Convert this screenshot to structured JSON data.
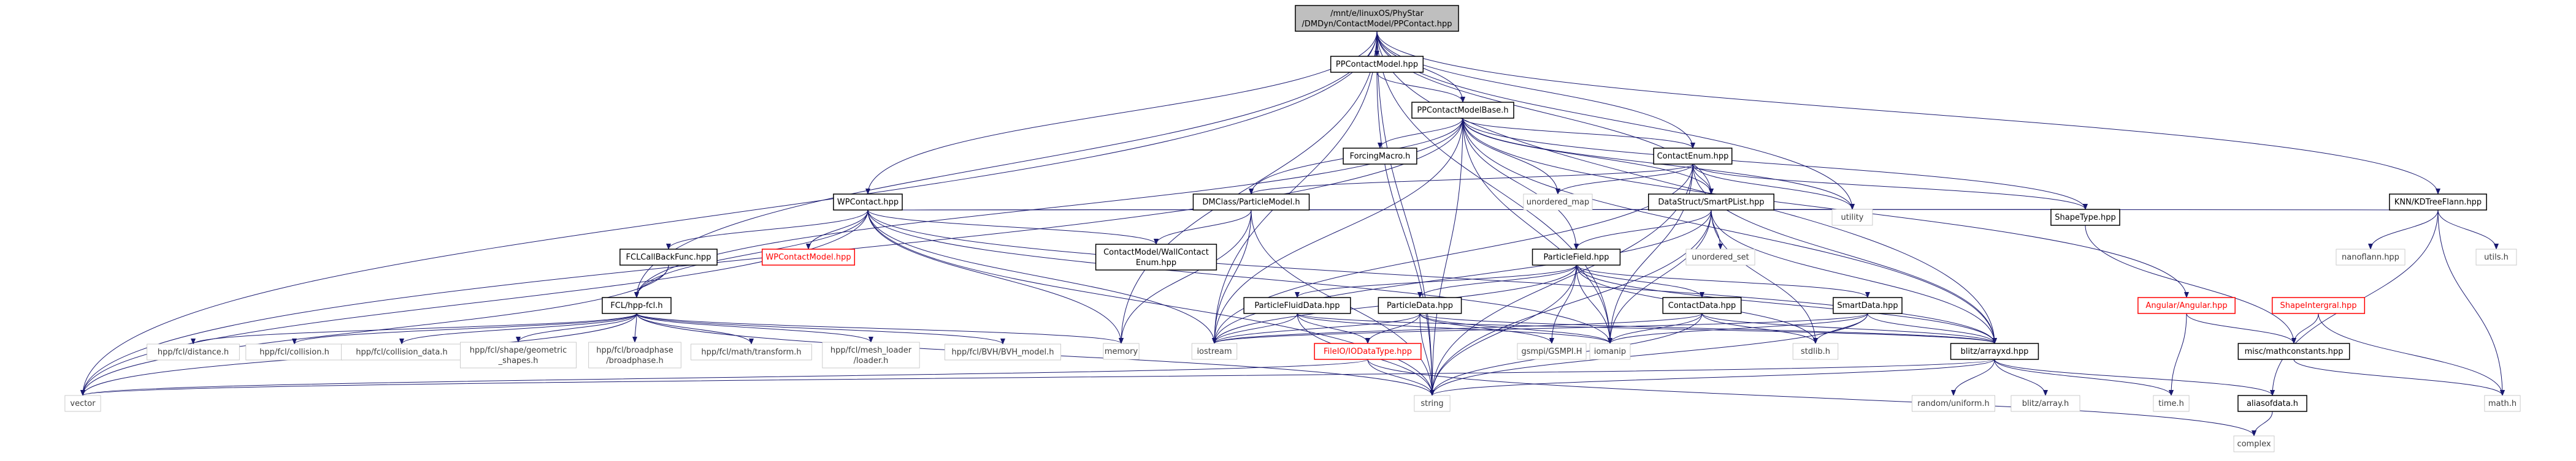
{
  "colors": {
    "edge": "#191970",
    "box_stroke": "#000000",
    "box_fill": "#ffffff",
    "root_fill": "#bfbfbf",
    "missing_stroke": "#ff0000",
    "missing_text": "#ff0000",
    "plain_text": "#3c3c3c"
  },
  "nodes": [
    {
      "id": "root",
      "lines": [
        "/mnt/e/linuxOS/PhyStar",
        "/DMDyn/ContactModel/PPContact.hpp"
      ],
      "style": "root"
    },
    {
      "id": "ppcm",
      "lines": [
        "PPContactModel.hpp"
      ],
      "style": "box"
    },
    {
      "id": "ppcmb",
      "lines": [
        "PPContactModelBase.h"
      ],
      "style": "box"
    },
    {
      "id": "forcing",
      "lines": [
        "ForcingMacro.h"
      ],
      "style": "box"
    },
    {
      "id": "contactenum",
      "lines": [
        "ContactEnum.hpp"
      ],
      "style": "box"
    },
    {
      "id": "wpcontact",
      "lines": [
        "WPContact.hpp"
      ],
      "style": "box"
    },
    {
      "id": "dmclass",
      "lines": [
        "DMClass/ParticleModel.h"
      ],
      "style": "box"
    },
    {
      "id": "smartplist",
      "lines": [
        "DataStruct/SmartPList.hpp"
      ],
      "style": "box"
    },
    {
      "id": "knn",
      "lines": [
        "KNN/KDTreeFlann.hpp"
      ],
      "style": "box"
    },
    {
      "id": "unordered_map",
      "lines": [
        "unordered_map"
      ],
      "style": "plain"
    },
    {
      "id": "utility",
      "lines": [
        "utility"
      ],
      "style": "plain"
    },
    {
      "id": "unordered_set",
      "lines": [
        "unordered_set"
      ],
      "style": "plain"
    },
    {
      "id": "shapetype",
      "lines": [
        "ShapeType.hpp"
      ],
      "style": "box"
    },
    {
      "id": "nanoflann",
      "lines": [
        "nanoflann.hpp"
      ],
      "style": "plain"
    },
    {
      "id": "utils",
      "lines": [
        "utils.h"
      ],
      "style": "plain"
    },
    {
      "id": "fclcb",
      "lines": [
        "FCLCallBackFunc.hpp"
      ],
      "style": "box"
    },
    {
      "id": "wpcm",
      "lines": [
        "WPContactModel.hpp"
      ],
      "style": "missing"
    },
    {
      "id": "wallcontact",
      "lines": [
        "ContactModel/WallContact",
        "Enum.hpp"
      ],
      "style": "box"
    },
    {
      "id": "particlefield",
      "lines": [
        "ParticleField.hpp"
      ],
      "style": "box"
    },
    {
      "id": "angular",
      "lines": [
        "Angular/Angular.hpp"
      ],
      "style": "missing"
    },
    {
      "id": "shapeintegral",
      "lines": [
        "ShapeIntergral.hpp"
      ],
      "style": "missing"
    },
    {
      "id": "fcl",
      "lines": [
        "FCL/hpp-fcl.h"
      ],
      "style": "box"
    },
    {
      "id": "pfluid",
      "lines": [
        "ParticleFluidData.hpp"
      ],
      "style": "box"
    },
    {
      "id": "pdata",
      "lines": [
        "ParticleData.hpp"
      ],
      "style": "box"
    },
    {
      "id": "contactdata",
      "lines": [
        "ContactData.hpp"
      ],
      "style": "box"
    },
    {
      "id": "smartdata",
      "lines": [
        "SmartData.hpp"
      ],
      "style": "box"
    },
    {
      "id": "fileio",
      "lines": [
        "FileIO/IODataType.hpp"
      ],
      "style": "missing"
    },
    {
      "id": "blitz",
      "lines": [
        "blitz/array.hpp"
      ],
      "style": "box_alt",
      "display": "blitz/arrayxd.hpp"
    },
    {
      "id": "misc",
      "lines": [
        "misc/mathconstants.hpp"
      ],
      "style": "box"
    },
    {
      "id": "hpp_distance",
      "lines": [
        "hpp/fcl/distance.h"
      ],
      "style": "plain"
    },
    {
      "id": "hpp_collision",
      "lines": [
        "hpp/fcl/collision.h"
      ],
      "style": "plain"
    },
    {
      "id": "hpp_collision_data",
      "lines": [
        "hpp/fcl/collision_data.h"
      ],
      "style": "plain"
    },
    {
      "id": "hpp_shape",
      "lines": [
        "hpp/fcl/shape/geometric",
        "_shapes.h"
      ],
      "style": "plain"
    },
    {
      "id": "hpp_broad",
      "lines": [
        "hpp/fcl/broadphase",
        "/broadphase.h"
      ],
      "style": "plain"
    },
    {
      "id": "hpp_math",
      "lines": [
        "hpp/fcl/math/transform.h"
      ],
      "style": "plain"
    },
    {
      "id": "hpp_mesh",
      "lines": [
        "hpp/fcl/mesh_loader",
        "/loader.h"
      ],
      "style": "plain"
    },
    {
      "id": "hpp_bvh",
      "lines": [
        "hpp/fcl/BVH/BVH_model.h"
      ],
      "style": "plain"
    },
    {
      "id": "memory",
      "lines": [
        "memory"
      ],
      "style": "plain"
    },
    {
      "id": "iostream",
      "lines": [
        "iostream"
      ],
      "style": "plain"
    },
    {
      "id": "gsmpi",
      "lines": [
        "gsmpi/GSMPI.H"
      ],
      "style": "plain"
    },
    {
      "id": "iomanip",
      "lines": [
        "iomanip"
      ],
      "style": "plain"
    },
    {
      "id": "stdlib",
      "lines": [
        "stdlib.h"
      ],
      "style": "plain"
    },
    {
      "id": "vector",
      "lines": [
        "vector"
      ],
      "style": "plain"
    },
    {
      "id": "string",
      "lines": [
        "string"
      ],
      "style": "plain"
    },
    {
      "id": "random",
      "lines": [
        "random/uniform.h"
      ],
      "style": "plain"
    },
    {
      "id": "blitzarr",
      "lines": [
        "blitz/array.h"
      ],
      "style": "plain"
    },
    {
      "id": "time",
      "lines": [
        "time.h"
      ],
      "style": "plain"
    },
    {
      "id": "aliasof",
      "lines": [
        "aliasofdata.h"
      ],
      "style": "box"
    },
    {
      "id": "math",
      "lines": [
        "math.h"
      ],
      "style": "plain"
    },
    {
      "id": "complex",
      "lines": [
        "complex"
      ],
      "style": "plain"
    }
  ],
  "edges": [
    [
      "root",
      "ppcm"
    ],
    [
      "root",
      "ppcmb"
    ],
    [
      "root",
      "contactenum"
    ],
    [
      "root",
      "wpcontact"
    ],
    [
      "root",
      "smartplist"
    ],
    [
      "root",
      "knn"
    ],
    [
      "root",
      "utility"
    ],
    [
      "root",
      "fcl"
    ],
    [
      "root",
      "vector"
    ],
    [
      "root",
      "string"
    ],
    [
      "root",
      "memory"
    ],
    [
      "root",
      "iostream"
    ],
    [
      "root",
      "iomanip"
    ],
    [
      "root",
      "blitz"
    ],
    [
      "ppcm",
      "ppcmb"
    ],
    [
      "ppcm",
      "string"
    ],
    [
      "ppcmb",
      "forcing"
    ],
    [
      "ppcmb",
      "contactenum"
    ],
    [
      "ppcmb",
      "dmclass"
    ],
    [
      "ppcmb",
      "smartplist"
    ],
    [
      "ppcmb",
      "unordered_map"
    ],
    [
      "ppcmb",
      "utility"
    ],
    [
      "ppcmb",
      "shapetype"
    ],
    [
      "ppcmb",
      "particlefield"
    ],
    [
      "ppcmb",
      "fcl"
    ],
    [
      "ppcmb",
      "vector"
    ],
    [
      "ppcmb",
      "string"
    ],
    [
      "ppcmb",
      "iostream"
    ],
    [
      "ppcmb",
      "iomanip"
    ],
    [
      "ppcmb",
      "blitz"
    ],
    [
      "ppcmb",
      "angular"
    ],
    [
      "contactenum",
      "dmclass"
    ],
    [
      "contactenum",
      "smartplist"
    ],
    [
      "contactenum",
      "unordered_map"
    ],
    [
      "contactenum",
      "utility"
    ],
    [
      "contactenum",
      "shapetype"
    ],
    [
      "contactenum",
      "iostream"
    ],
    [
      "contactenum",
      "iomanip"
    ],
    [
      "contactenum",
      "string"
    ],
    [
      "contactenum",
      "blitz"
    ],
    [
      "wpcontact",
      "fclcb"
    ],
    [
      "wpcontact",
      "wpcm"
    ],
    [
      "wpcontact",
      "wallcontact"
    ],
    [
      "wpcontact",
      "fcl"
    ],
    [
      "wpcontact",
      "utility"
    ],
    [
      "wpcontact",
      "shapetype"
    ],
    [
      "wpcontact",
      "vector"
    ],
    [
      "wpcontact",
      "memory"
    ],
    [
      "wpcontact",
      "iostream"
    ],
    [
      "wpcontact",
      "iomanip"
    ],
    [
      "wpcontact",
      "string"
    ],
    [
      "wpcontact",
      "blitz"
    ],
    [
      "dmclass",
      "wallcontact"
    ],
    [
      "dmclass",
      "utility"
    ],
    [
      "dmclass",
      "memory"
    ],
    [
      "dmclass",
      "iostream"
    ],
    [
      "dmclass",
      "string"
    ],
    [
      "smartplist",
      "unordered_set"
    ],
    [
      "smartplist",
      "utility"
    ],
    [
      "smartplist",
      "particlefield"
    ],
    [
      "smartplist",
      "iostream"
    ],
    [
      "smartplist",
      "iomanip"
    ],
    [
      "smartplist",
      "string"
    ],
    [
      "smartplist",
      "blitz"
    ],
    [
      "smartplist",
      "stdlib"
    ],
    [
      "knn",
      "utility"
    ],
    [
      "knn",
      "nanoflann"
    ],
    [
      "knn",
      "utils"
    ],
    [
      "knn",
      "aliasof"
    ],
    [
      "knn",
      "math"
    ],
    [
      "shapetype",
      "misc"
    ],
    [
      "fclcb",
      "fcl"
    ],
    [
      "fclcb",
      "vector"
    ],
    [
      "particlefield",
      "pfluid"
    ],
    [
      "particlefield",
      "pdata"
    ],
    [
      "particlefield",
      "contactdata"
    ],
    [
      "particlefield",
      "smartdata"
    ],
    [
      "particlefield",
      "iostream"
    ],
    [
      "particlefield",
      "iomanip"
    ],
    [
      "particlefield",
      "string"
    ],
    [
      "particlefield",
      "stdlib"
    ],
    [
      "particlefield",
      "blitz"
    ],
    [
      "particlefield",
      "gsmpi"
    ],
    [
      "angular",
      "misc"
    ],
    [
      "angular",
      "time"
    ],
    [
      "shapeintegral",
      "misc"
    ],
    [
      "shapeintegral",
      "math"
    ],
    [
      "fcl",
      "hpp_distance"
    ],
    [
      "fcl",
      "hpp_collision"
    ],
    [
      "fcl",
      "hpp_collision_data"
    ],
    [
      "fcl",
      "hpp_shape"
    ],
    [
      "fcl",
      "hpp_broad"
    ],
    [
      "fcl",
      "hpp_math"
    ],
    [
      "fcl",
      "hpp_mesh"
    ],
    [
      "fcl",
      "hpp_bvh"
    ],
    [
      "fcl",
      "memory"
    ],
    [
      "fcl",
      "vector"
    ],
    [
      "fcl",
      "string"
    ],
    [
      "pfluid",
      "fileio"
    ],
    [
      "pfluid",
      "iostream"
    ],
    [
      "pfluid",
      "iomanip"
    ],
    [
      "pfluid",
      "string"
    ],
    [
      "pfluid",
      "blitz"
    ],
    [
      "pdata",
      "fileio"
    ],
    [
      "pdata",
      "gsmpi"
    ],
    [
      "pdata",
      "iostream"
    ],
    [
      "pdata",
      "iomanip"
    ],
    [
      "pdata",
      "string"
    ],
    [
      "pdata",
      "blitz"
    ],
    [
      "contactdata",
      "blitz"
    ],
    [
      "contactdata",
      "iostream"
    ],
    [
      "contactdata",
      "iomanip"
    ],
    [
      "contactdata",
      "string"
    ],
    [
      "contactdata",
      "stdlib"
    ],
    [
      "smartdata",
      "blitz"
    ],
    [
      "smartdata",
      "iostream"
    ],
    [
      "smartdata",
      "iomanip"
    ],
    [
      "smartdata",
      "string"
    ],
    [
      "smartdata",
      "stdlib"
    ],
    [
      "fileio",
      "vector"
    ],
    [
      "fileio",
      "string"
    ],
    [
      "fileio",
      "complex"
    ],
    [
      "blitz",
      "random"
    ],
    [
      "blitz",
      "blitzarr"
    ],
    [
      "blitz",
      "time"
    ],
    [
      "blitz",
      "string"
    ],
    [
      "blitz",
      "aliasof"
    ],
    [
      "blitz",
      "vector"
    ],
    [
      "misc",
      "math"
    ],
    [
      "aliasof",
      "complex"
    ]
  ]
}
